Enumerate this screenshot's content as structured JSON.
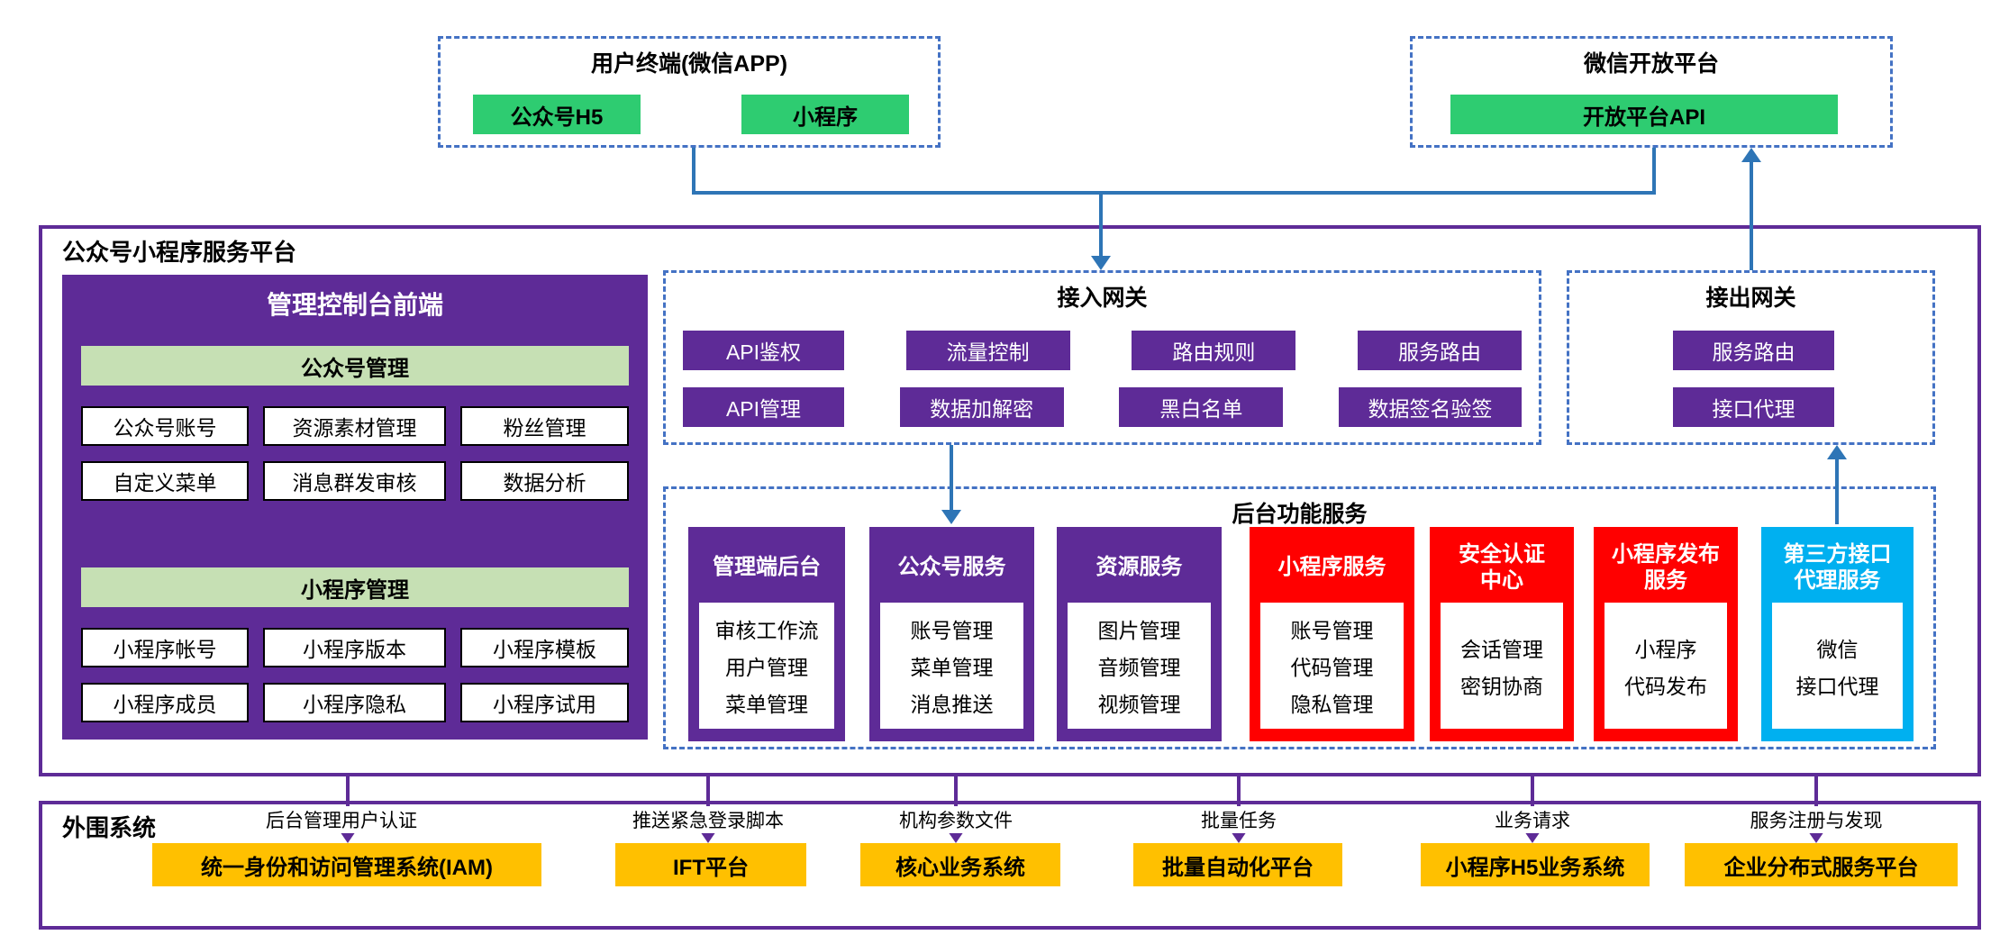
{
  "top": {
    "user_terminal": {
      "title": "用户终端(微信APP)",
      "items": [
        "公众号H5",
        "小程序"
      ]
    },
    "wechat_open": {
      "title": "微信开放平台",
      "items": [
        "开放平台API"
      ]
    }
  },
  "platform": {
    "title": "公众号小程序服务平台",
    "console": {
      "title": "管理控制台前端",
      "sections": [
        {
          "header": "公众号管理",
          "items": [
            "公众号账号",
            "资源素材管理",
            "粉丝管理",
            "自定义菜单",
            "消息群发审核",
            "数据分析"
          ]
        },
        {
          "header": "小程序管理",
          "items": [
            "小程序帐号",
            "小程序版本",
            "小程序模板",
            "小程序成员",
            "小程序隐私",
            "小程序试用"
          ]
        }
      ]
    },
    "gateway_in": {
      "title": "接入网关",
      "items": [
        "API鉴权",
        "流量控制",
        "路由规则",
        "服务路由",
        "API管理",
        "数据加解密",
        "黑白名单",
        "数据签名验签"
      ]
    },
    "gateway_out": {
      "title": "接出网关",
      "items": [
        "服务路由",
        "接口代理"
      ]
    },
    "backend": {
      "title": "后台功能服务",
      "services": [
        {
          "title": "管理端后台",
          "color": "purple",
          "items": [
            "审核工作流",
            "用户管理",
            "菜单管理"
          ]
        },
        {
          "title": "公众号服务",
          "color": "purple",
          "items": [
            "账号管理",
            "菜单管理",
            "消息推送"
          ]
        },
        {
          "title": "资源服务",
          "color": "purple",
          "items": [
            "图片管理",
            "音频管理",
            "视频管理"
          ]
        },
        {
          "title": "小程序服务",
          "color": "red",
          "items": [
            "账号管理",
            "代码管理",
            "隐私管理"
          ]
        },
        {
          "title": "安全认证\n中心",
          "color": "red",
          "items": [
            "会话管理",
            "密钥协商"
          ]
        },
        {
          "title": "小程序发布\n服务",
          "color": "red",
          "items": [
            "小程序",
            "代码发布"
          ]
        },
        {
          "title": "第三方接口\n代理服务",
          "color": "blue",
          "items": [
            "微信",
            "接口代理"
          ]
        }
      ]
    }
  },
  "peripheral": {
    "title": "外围系统",
    "connections": [
      {
        "label": "后台管理用户认证",
        "system": "统一身份和访问管理系统(IAM)"
      },
      {
        "label": "推送紧急登录脚本",
        "system": "IFT平台"
      },
      {
        "label": "机构参数文件",
        "system": "核心业务系统"
      },
      {
        "label": "批量任务",
        "system": "批量自动化平台"
      },
      {
        "label": "业务请求",
        "system": "小程序H5业务系统"
      },
      {
        "label": "服务注册与发现",
        "system": "企业分布式服务平台"
      }
    ]
  },
  "colors": {
    "purple": "#5E2B97",
    "red": "#FF0000",
    "blue_box": "#00B0F0",
    "green": "#2ECC71",
    "light_green": "#C6E0B4",
    "orange": "#FFC000",
    "dashed_border": "#4472C4",
    "arrow_blue": "#2E75B6",
    "arrow_purple": "#5E2B97"
  }
}
